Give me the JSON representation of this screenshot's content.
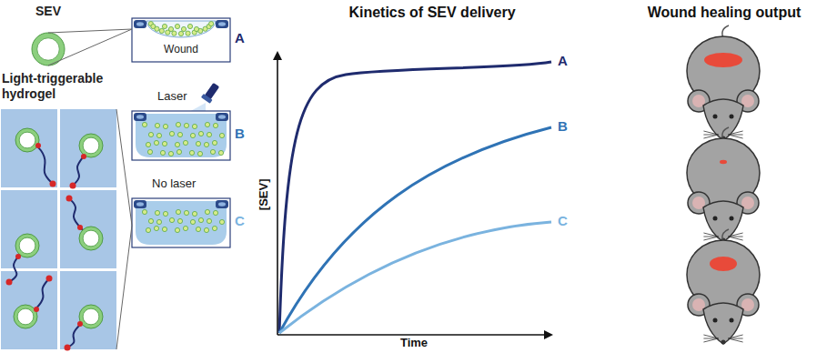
{
  "diagram": {
    "nodes": [
      {
        "text": [
          "SEV"
        ]
      },
      {
        "text": [
          "Wound",
          "A"
        ]
      },
      {
        "text": [
          "Light-triggerable hydrogel"
        ]
      },
      {
        "text": [
          "Laser",
          "B"
        ]
      },
      {
        "text": [
          "No laser",
          "C"
        ]
      }
    ],
    "edges": [
      {
        "from": 0,
        "to": 1,
        "arrow": "none"
      },
      {
        "from": 2,
        "to": 4,
        "arrow": "none"
      }
    ],
    "labels": [
      "Kinetics of SEV delivery",
      "[SEV]",
      "Time",
      "A",
      "B",
      "C",
      "Wound healing output"
    ]
  }
}
